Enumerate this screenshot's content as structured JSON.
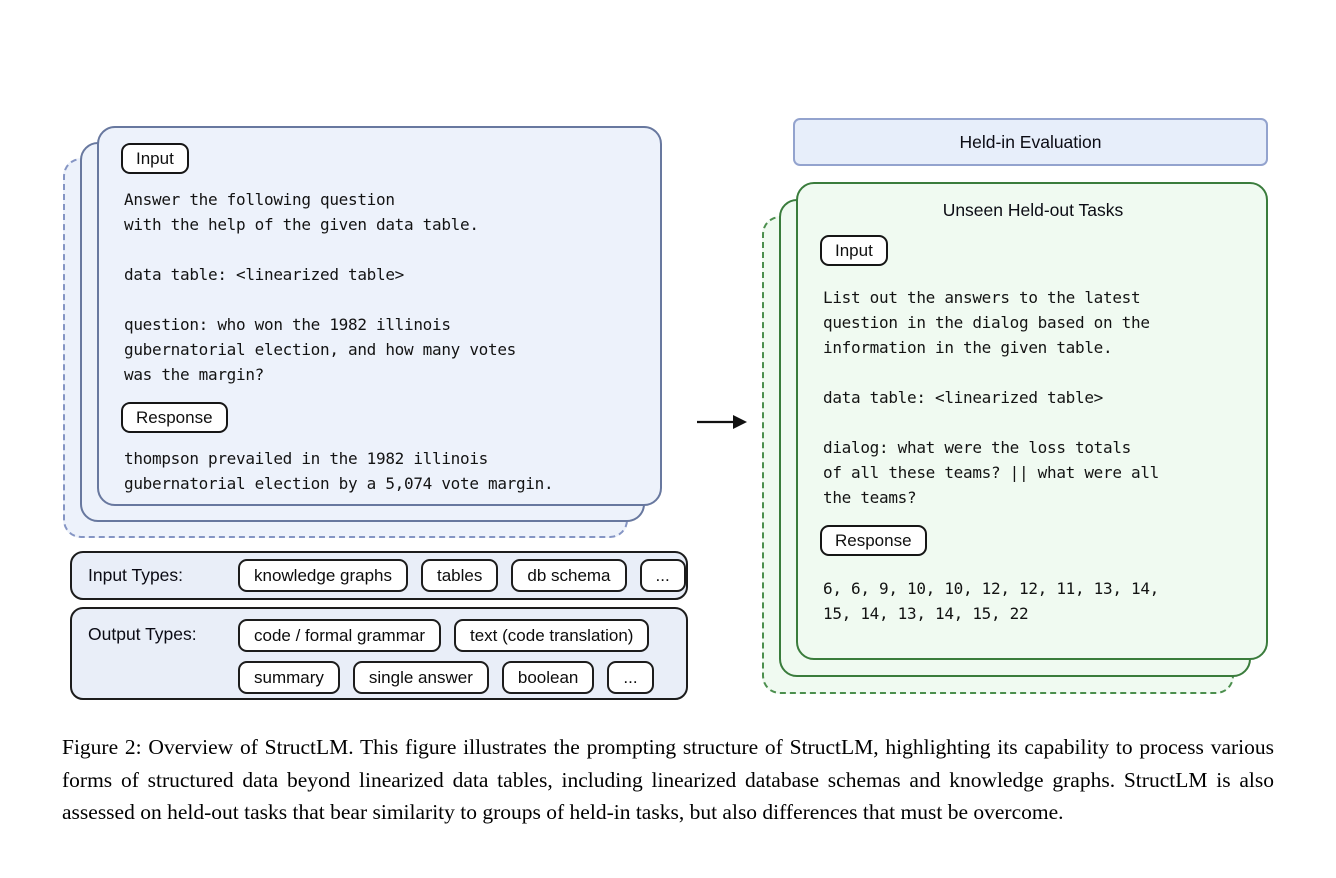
{
  "figure": {
    "held_in_example": {
      "input_label": "Input",
      "input_text": "Answer the following question\nwith the help of the given data table.\n\ndata table: <linearized table>\n\nquestion: who won the 1982 illinois\ngubernatorial election, and how many votes\nwas the margin?",
      "response_label": "Response",
      "response_text": "thompson prevailed in the 1982 illinois\ngubernatorial election by a 5,074 vote margin."
    },
    "input_types": {
      "label": "Input Types:",
      "items": [
        "knowledge graphs",
        "tables",
        "db schema",
        "..."
      ]
    },
    "output_types": {
      "label": "Output Types:",
      "row1": [
        "code / formal grammar",
        "text (code translation)"
      ],
      "row2": [
        "summary",
        "single answer",
        "boolean",
        "..."
      ]
    },
    "held_in_evaluation_label": "Held-in Evaluation",
    "held_out_example": {
      "title": "Unseen Held-out Tasks",
      "input_label": "Input",
      "input_text": "List out the answers to the latest\nquestion in the dialog based on the\ninformation in the given table.\n\ndata table: <linearized table>\n\ndialog: what were the loss totals\nof all these teams? || what were all\nthe teams?",
      "response_label": "Response",
      "response_text": "6, 6, 9, 10, 10, 12, 12, 11, 13, 14,\n15, 14, 13, 14, 15, 22"
    },
    "colors": {
      "blue_fill": "#edf2fb",
      "blue_border": "#68789f",
      "blue_dashed_border": "#8595c4",
      "green_fill": "#f0faf1",
      "green_border": "#3a7c3c",
      "header_fill": "#e7eefa",
      "header_border": "#93a3ce",
      "types_box_fill": "#e9eef8",
      "dark_border": "#1c1c1c"
    }
  },
  "caption": "Figure 2: Overview of StructLM. This figure illustrates the prompting structure of StructLM, highlighting its capability to process various forms of structured data beyond linearized data tables, including linearized database schemas and knowledge graphs. StructLM is also assessed on held-out tasks that bear similarity to groups of held-in tasks, but also differences that must be overcome."
}
